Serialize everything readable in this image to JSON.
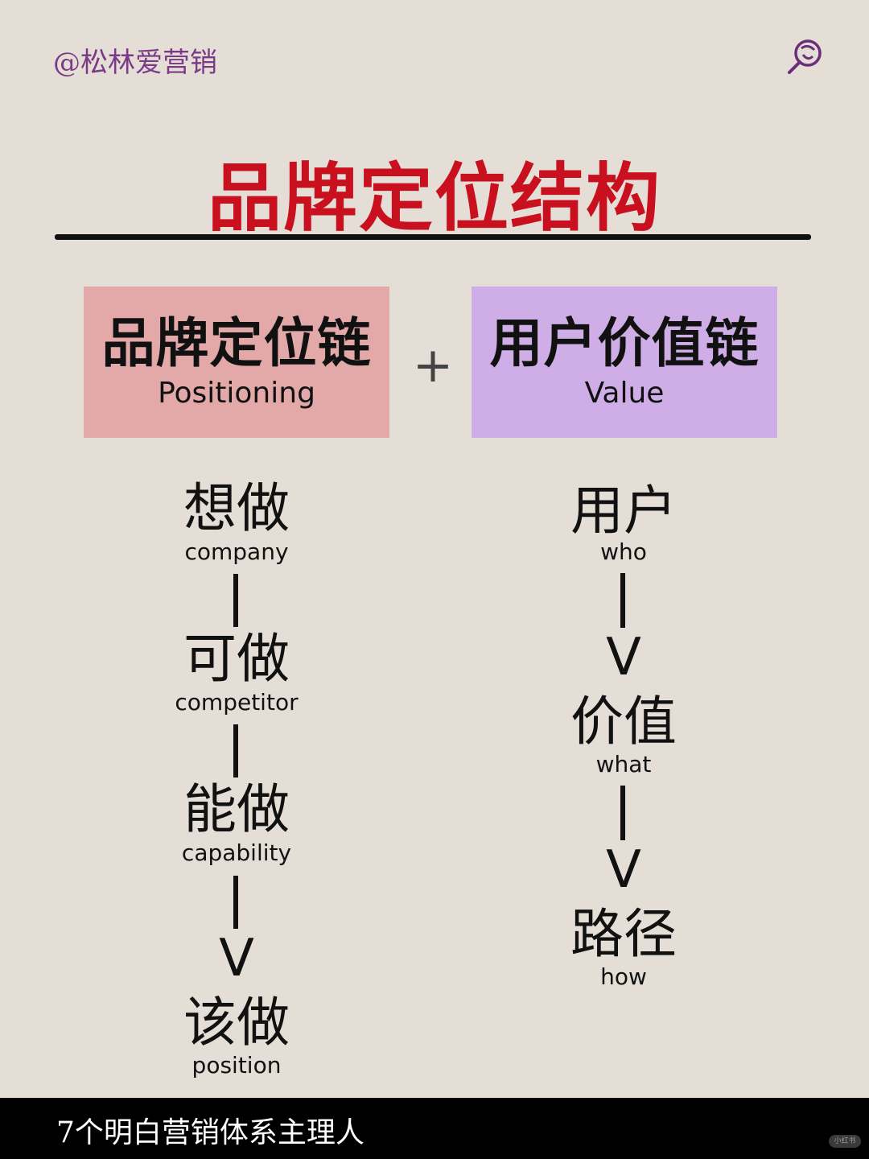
{
  "header": {
    "handle": "@松林爱营销",
    "logo_icon": "lollipop-icon"
  },
  "title": "品牌定位结构",
  "boxes": {
    "left": {
      "zh": "品牌定位链",
      "en": "Positioning",
      "color": "#e2a9a8"
    },
    "plus": "+",
    "right": {
      "zh": "用户价值链",
      "en": "Value",
      "color": "#cfaee8"
    }
  },
  "left_chain": [
    {
      "zh": "想做",
      "en": "company"
    },
    {
      "zh": "可做",
      "en": "competitor"
    },
    {
      "zh": "能做",
      "en": "capability"
    },
    {
      "zh": "该做",
      "en": "position"
    }
  ],
  "right_chain": [
    {
      "zh": "用户",
      "en": "who"
    },
    {
      "zh": "价值",
      "en": "what"
    },
    {
      "zh": "路径",
      "en": "how"
    }
  ],
  "arrow_head": "V",
  "footer": {
    "text": "7个明白营销体系主理人",
    "watermark": "小红书"
  },
  "colors": {
    "title": "#c8101e",
    "handle": "#7b3a86",
    "background": "#e4ded6"
  }
}
